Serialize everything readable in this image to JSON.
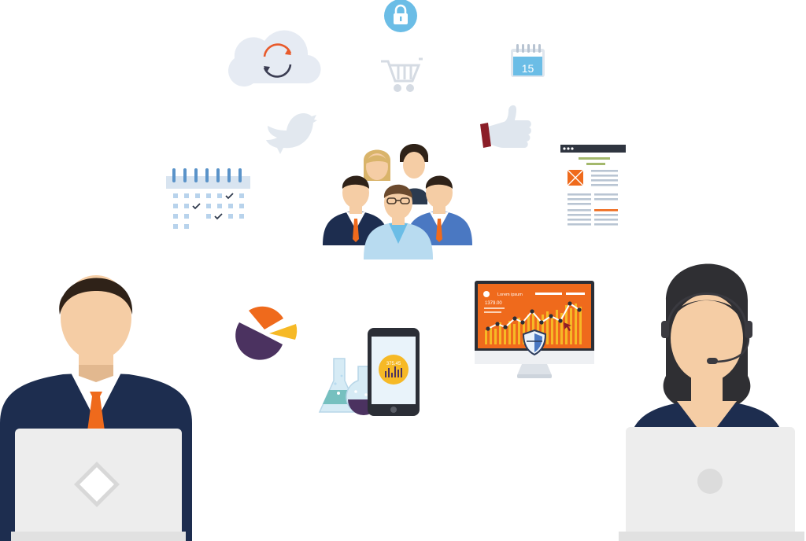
{
  "calendar_badge": {
    "day": "15"
  },
  "monitor": {
    "header_text": "Lorem ipsum",
    "value_text": "1379.00"
  },
  "phone": {
    "value_text": "375.45"
  },
  "colors": {
    "accent_orange": "#ef6a1c",
    "navy_suit": "#1d2d4f",
    "blue_suit": "#4a78c2",
    "skin": "#f5cda5",
    "hair_dark": "#2f2218",
    "icon_grey_blue": "#dfe6ee",
    "laptop_grey": "#ededed",
    "lock_blue": "#6bbde6",
    "pie_purple": "#4b3260",
    "pie_yellow": "#f6b926"
  },
  "icons": [
    "padlock-icon",
    "cloud-sync-icon",
    "shopping-cart-icon",
    "calendar-15-icon",
    "bird-icon",
    "thumbs-up-icon",
    "team-icon",
    "document-icon",
    "calendar-grid-icon",
    "pie-chart-icon",
    "lab-flask-icon",
    "smartphone-icon",
    "analytics-monitor-icon",
    "shield-icon",
    "laptop-icon",
    "headset-icon"
  ]
}
